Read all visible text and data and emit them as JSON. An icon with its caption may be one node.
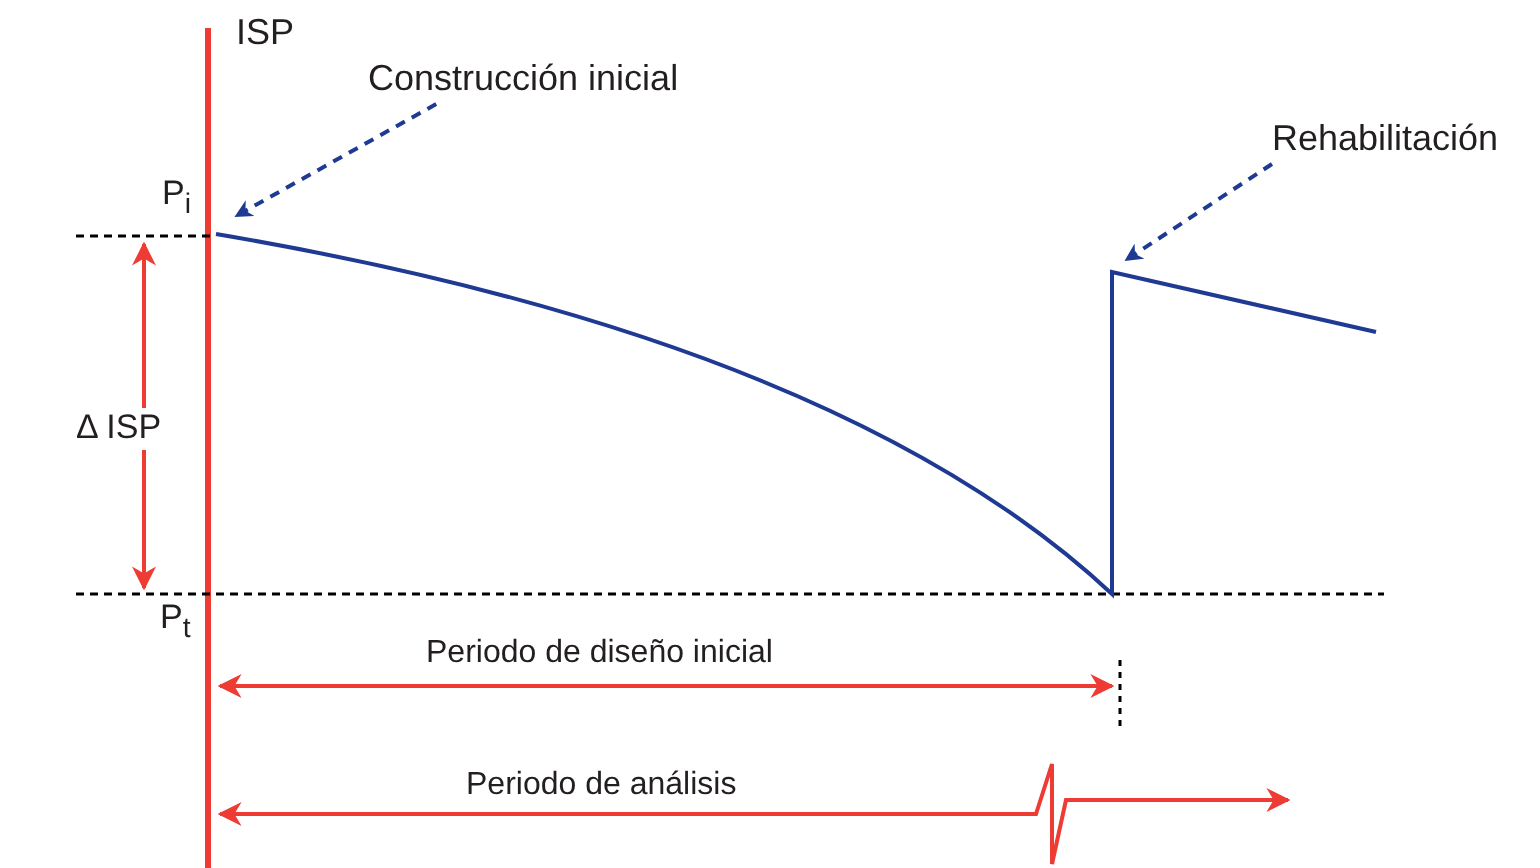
{
  "diagram": {
    "nodes": [
      {
        "text": [
          "Construcción inicial"
        ]
      },
      {
        "text": [
          "Rehabilitación"
        ]
      }
    ],
    "edges": [
      {
        "from": 0,
        "to": null,
        "arrow": "to",
        "style": "dashed",
        "color": "#1f3a93"
      },
      {
        "from": 1,
        "to": null,
        "arrow": "to",
        "style": "dashed",
        "color": "#1f3a93"
      }
    ],
    "labels": [
      "ISP",
      "P$_{i}$",
      "Δ ISP",
      "P$_{t}$",
      "Periodo de diseño inicial",
      "Periodo de análisis"
    ]
  }
}
